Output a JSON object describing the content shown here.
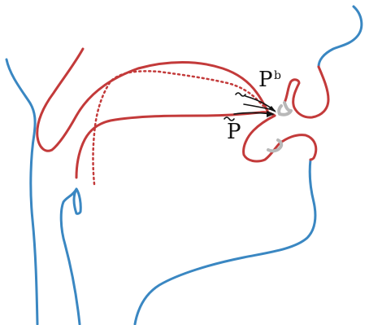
{
  "labels": {
    "top_main": "P",
    "top_sup": "b",
    "bottom_main": "P"
  },
  "colors": {
    "outline": "#3a87c2",
    "articulator": "#c33a3a",
    "teeth": "#b8b8b8",
    "arrow": "#111111"
  },
  "icons": {
    "arrow": "right-arrow-icon",
    "wavy": "tilde-wave-icon"
  }
}
